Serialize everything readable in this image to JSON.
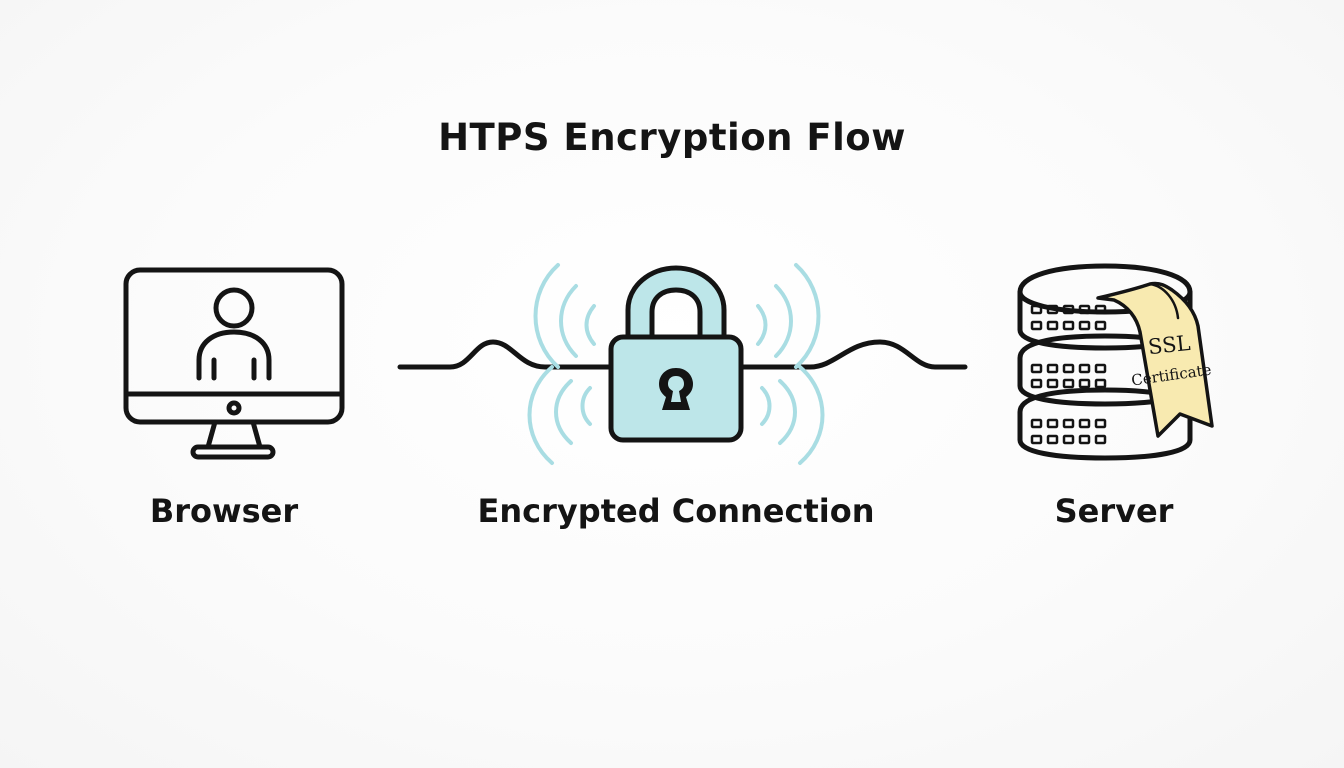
{
  "title": "HTPS Encryption Flow",
  "nodes": {
    "browser": {
      "label": "Browser",
      "icon": "monitor-user-icon"
    },
    "connection": {
      "label": "Encrypted Connection",
      "icon": "padlock-icon"
    },
    "server": {
      "label": "Server",
      "icon": "server-stack-icon"
    }
  },
  "certificate": {
    "line1": "SSL",
    "line2": "Certificate"
  },
  "colors": {
    "ink": "#141414",
    "lock_fill": "#bde6e9",
    "signal_waves": "#a9dde3",
    "certificate_fill": "#f8eab0",
    "background": "#fbfbfb"
  }
}
